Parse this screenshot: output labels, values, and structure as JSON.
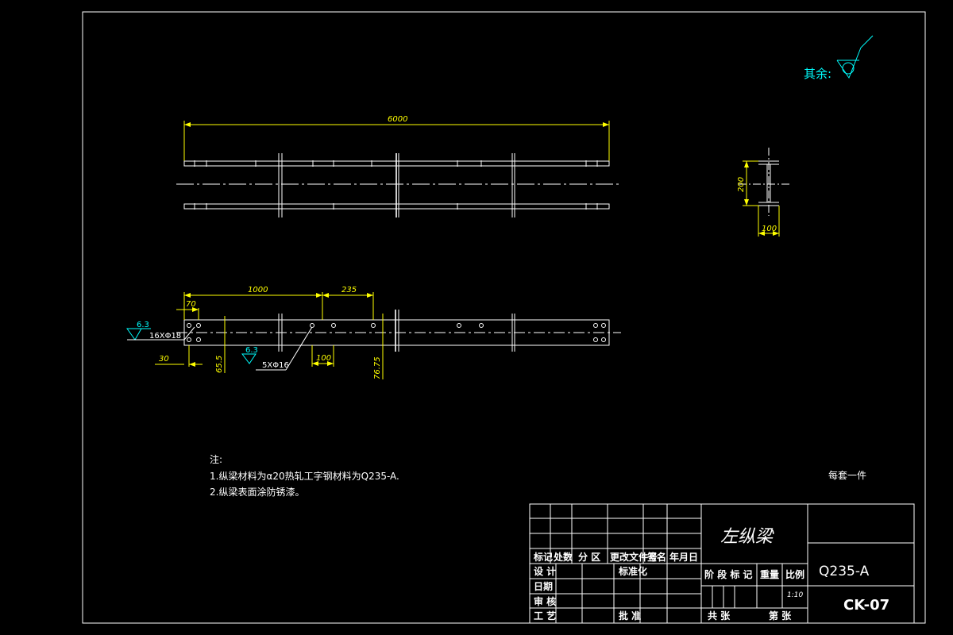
{
  "surface_finish": {
    "label": "其余:"
  },
  "elevation_view": {
    "length_dim": "6000"
  },
  "section_view": {
    "height_dim": "200",
    "width_dim": "100"
  },
  "plan_view": {
    "dim_1000": "1000",
    "dim_235": "235",
    "dim_70": "70",
    "dim_30": "30",
    "dim_65_5": "65.5",
    "dim_100": "100",
    "dim_76_75": "76.75",
    "roughness_1": "6.3",
    "roughness_2": "6.3",
    "holes_1": "16XΦ18",
    "holes_2": "5XΦ16"
  },
  "notes": {
    "heading": "注:",
    "line1": "1.纵梁材料为α20热轧工字钢材料为Q235-A.",
    "line2": "2.纵梁表面涂防锈漆。"
  },
  "quantity_note": "每套一件",
  "title_block": {
    "part_name": "左纵梁",
    "material": "Q235-A",
    "drawing_number": "CK-07",
    "scale": "1:10",
    "rev_headers": [
      "标记",
      "处数",
      "分 区",
      "更改文件号",
      "签名",
      "年月日"
    ],
    "design": "设 计",
    "date": "日期",
    "review": "审 核",
    "process": "工 艺",
    "standardization": "标准化",
    "approve": "批 准",
    "stage_mark": "阶 段 标 记",
    "weight": "重量",
    "scale_label": "比例",
    "total_sheets": "共  张",
    "sheet_no": "第  张"
  }
}
